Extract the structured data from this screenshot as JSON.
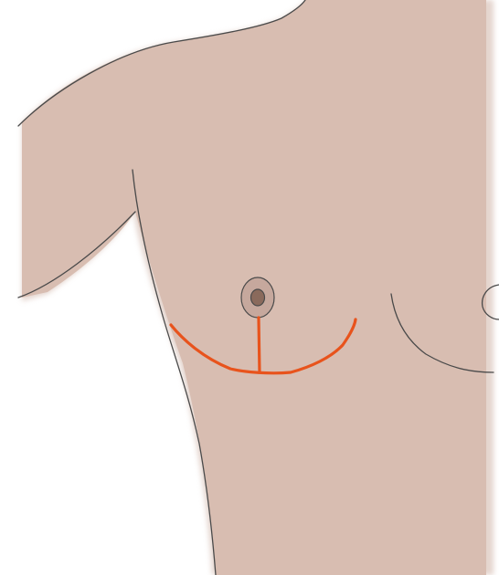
{
  "colors": {
    "background": "#ffffff",
    "skin": "#d8bdb1",
    "skin_shadow": "#cfb2a6",
    "outline": "#4a4a4a",
    "areola": "#c6a89d",
    "nipple": "#8a6a5c",
    "incision": "#e8531c"
  },
  "figure": {
    "subject": "chest-illustration",
    "markings": [
      "incision-inframammary-line",
      "incision-vertical-line"
    ]
  }
}
